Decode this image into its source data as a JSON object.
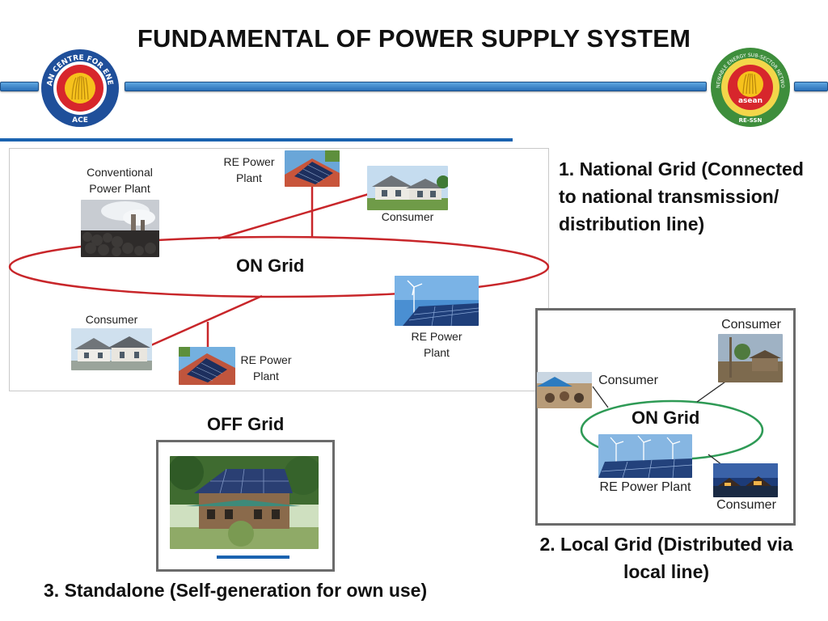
{
  "title": "FUNDAMENTAL OF POWER SUPPLY SYSTEM",
  "logos": {
    "left": {
      "text_top": "ASEAN CENTRE FOR ENERGY",
      "text_bottom": "ACE"
    },
    "right": {
      "text_top": "RENEWABLE ENERGY SUB-SECTOR NETWORK",
      "word": "asean",
      "text_bottom": "RE-SSN"
    }
  },
  "on_grid": {
    "label": "ON Grid",
    "conventional": "Conventional Power Plant",
    "re_top": "RE Power Plant",
    "consumer_top": "Consumer",
    "consumer_bottom": "Consumer",
    "re_bottom_left": "RE Power Plant",
    "re_bottom_right": "RE Power Plant"
  },
  "national_grid_text": "1. National Grid (Connected to national transmission/ distribution line)",
  "local_grid": {
    "label": "ON Grid",
    "consumer_top_right": "Consumer",
    "consumer_left": "Consumer",
    "re_plant": "RE Power Plant",
    "consumer_bottom_right": "Consumer",
    "caption": "2. Local Grid (Distributed via local line)"
  },
  "off_grid": {
    "label": "OFF Grid",
    "caption": "3. Standalone (Self-generation for own use)"
  },
  "colors": {
    "grid_red": "#c8262a",
    "grid_green": "#2e9a55",
    "accent_blue": "#1a63b0"
  }
}
